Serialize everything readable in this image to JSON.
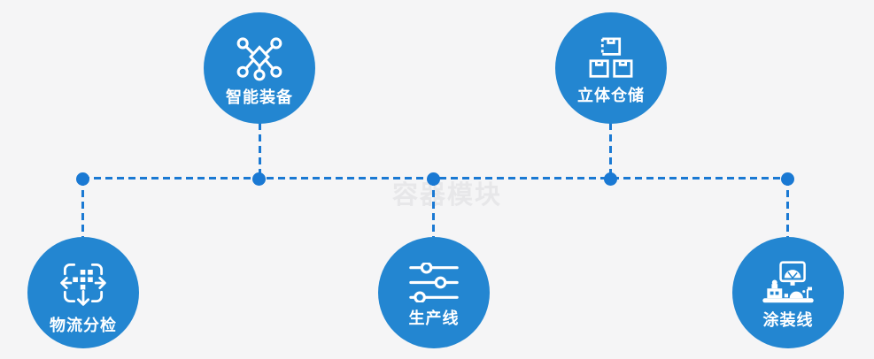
{
  "watermark": "容器模块",
  "colors": {
    "background": "#f5f5f6",
    "circle": "#2386d1",
    "connector": "#1a79d3",
    "label_text": "#ffffff",
    "watermark_text": "#e7e7e9"
  },
  "nodes": [
    {
      "label": "智能装备",
      "icon": "network-nodes-icon",
      "position": "top"
    },
    {
      "label": "立体仓储",
      "icon": "stacked-boxes-icon",
      "position": "top"
    },
    {
      "label": "物流分检",
      "icon": "sorting-arrows-icon",
      "position": "bottom"
    },
    {
      "label": "生产线",
      "icon": "sliders-icon",
      "position": "bottom"
    },
    {
      "label": "涂装线",
      "icon": "machine-monitor-icon",
      "position": "bottom"
    }
  ]
}
